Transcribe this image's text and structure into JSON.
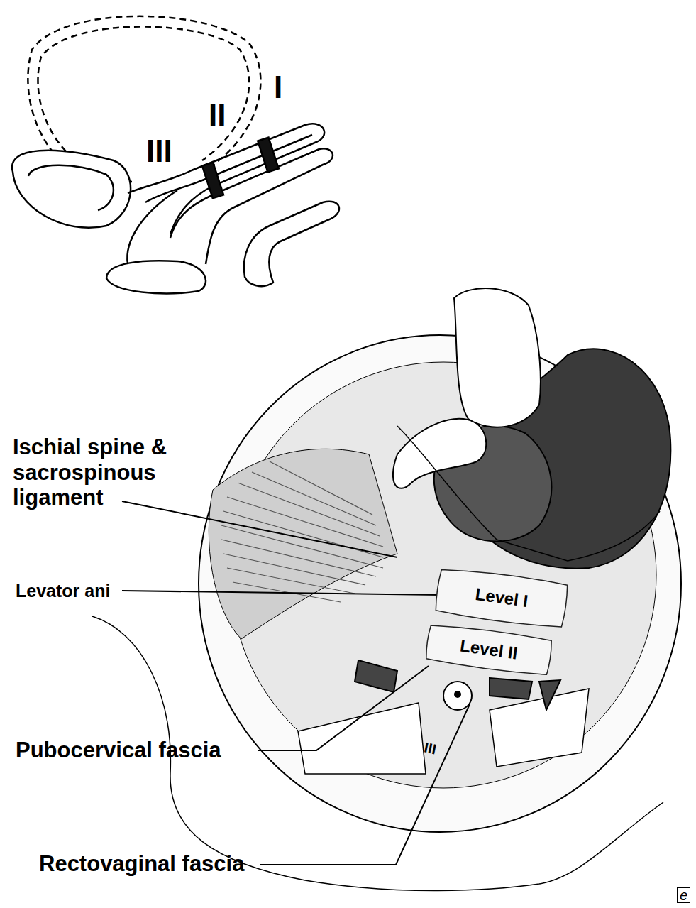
{
  "diagram": {
    "nodes": [
      {
        "text": [
          "Level I"
        ]
      },
      {
        "text": [
          "Level II"
        ]
      }
    ],
    "labels": [
      "I",
      "II",
      "III",
      "Ischial spine & sacrospinous ligament",
      "Levator ani",
      "Pubocervical fascia",
      "III",
      "Rectovaginal fascia",
      "e"
    ]
  }
}
